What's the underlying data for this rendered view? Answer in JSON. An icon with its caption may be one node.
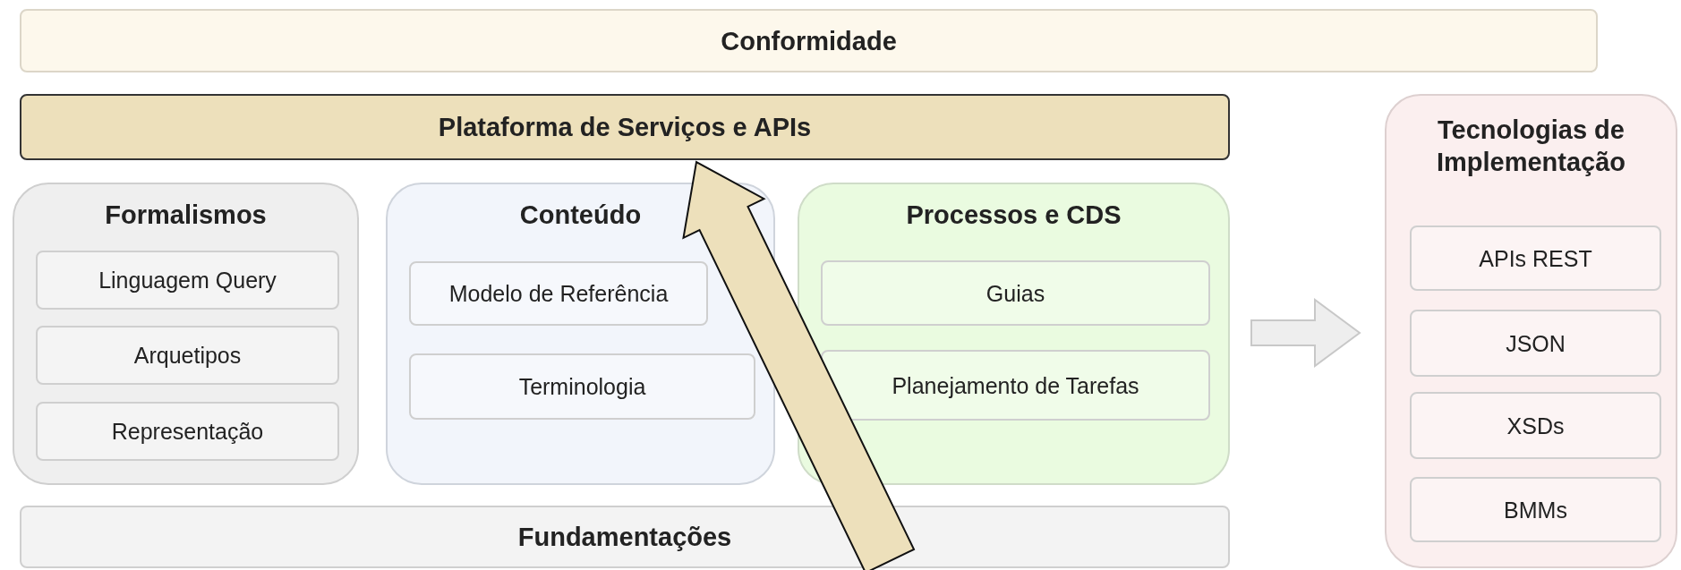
{
  "diagram": {
    "nodes": [
      {
        "text": [
          "Conformidade"
        ]
      },
      {
        "text": [
          "Plataforma de Serviços e APIs"
        ]
      },
      {
        "text": [
          "Formalismos"
        ]
      },
      {
        "text": [
          "Linguagem Query"
        ],
        "in": 2
      },
      {
        "text": [
          "Arquetipos"
        ],
        "in": 2
      },
      {
        "text": [
          "Representação"
        ],
        "in": 2
      },
      {
        "text": [
          "Conteúdo"
        ]
      },
      {
        "text": [
          "Modelo de Referência"
        ],
        "in": 6
      },
      {
        "text": [
          "Terminologia"
        ],
        "in": 6
      },
      {
        "text": [
          "Processos e CDS"
        ]
      },
      {
        "text": [
          "Guias"
        ],
        "in": 9
      },
      {
        "text": [
          "Planejamento de Tarefas"
        ],
        "in": 9
      },
      {
        "text": [
          "Fundamentações"
        ]
      },
      {
        "text": [
          "Tecnologias de Implementação"
        ]
      },
      {
        "text": [
          "APIs REST"
        ],
        "in": 13
      },
      {
        "text": [
          "JSON"
        ],
        "in": 13
      },
      {
        "text": [
          "XSDs"
        ],
        "in": 13
      },
      {
        "text": [
          "BMMs"
        ],
        "in": 13
      }
    ],
    "edges": [
      {
        "from": 12,
        "to": 1,
        "arrow": "to",
        "style": "thick",
        "color": "#ede0bb"
      },
      {
        "from": 9,
        "to": 13,
        "arrow": "to",
        "style": "thick",
        "color": "#eeeeee"
      }
    ]
  }
}
